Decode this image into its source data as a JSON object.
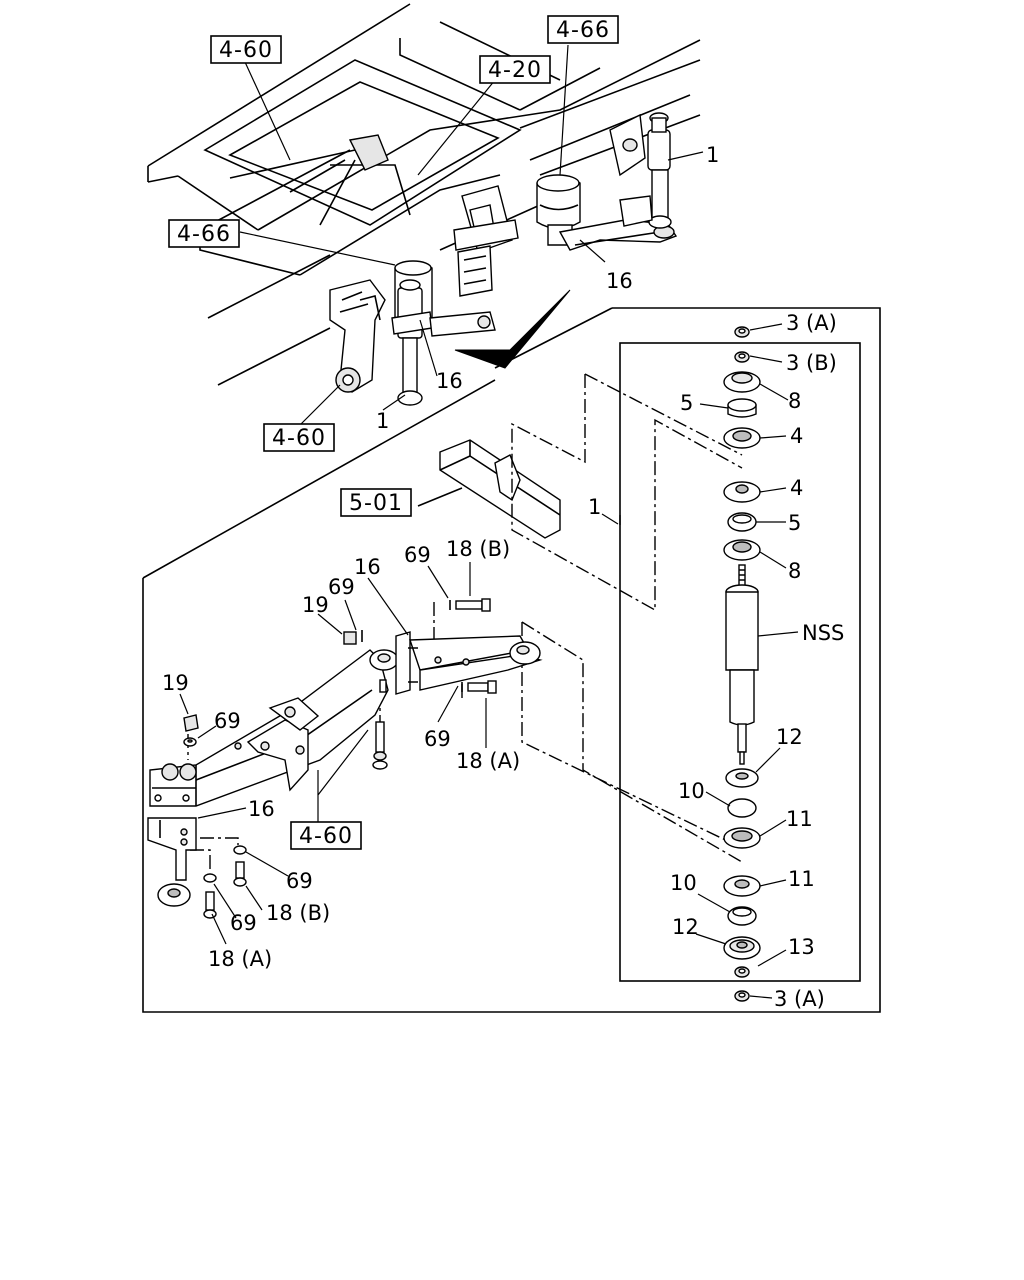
{
  "refs": {
    "r460_top": "4-60",
    "r420": "4-20",
    "r466_top": "4-66",
    "r466_left": "4-66",
    "r460_left": "4-60",
    "r501": "5-01",
    "r460_lower": "4-60"
  },
  "labels": {
    "shock_top": "1",
    "shock_left": "1",
    "bracket_top": "16",
    "bracket_left": "16",
    "nut_3a_top": "3 (A)",
    "nut_3b": "3 (B)",
    "washer_8_top": "8",
    "bush_5_top": "5",
    "washer_4_top": "4",
    "washer_4_mid": "4",
    "bush_5_mid": "5",
    "washer_8_mid": "8",
    "nss": "NSS",
    "shock_detail": "1",
    "washer_12_top": "12",
    "bush_10_top": "10",
    "washer_11_top": "11",
    "washer_11_mid": "11",
    "bush_10_mid": "10",
    "washer_12_mid": "12",
    "cup_13": "13",
    "nut_3a_bottom": "3 (A)",
    "p16_top": "16",
    "p69_a": "69",
    "p18b_a": "18 (B)",
    "p69_b": "69",
    "p19_a": "19",
    "p19_b": "19",
    "p69_c": "69",
    "p69_d": "69",
    "p18a_a": "18 (A)",
    "p16_lower": "16",
    "p69_e": "69",
    "p69_f": "69",
    "p18b_b": "18 (B)",
    "p18a_b": "18 (A)"
  }
}
